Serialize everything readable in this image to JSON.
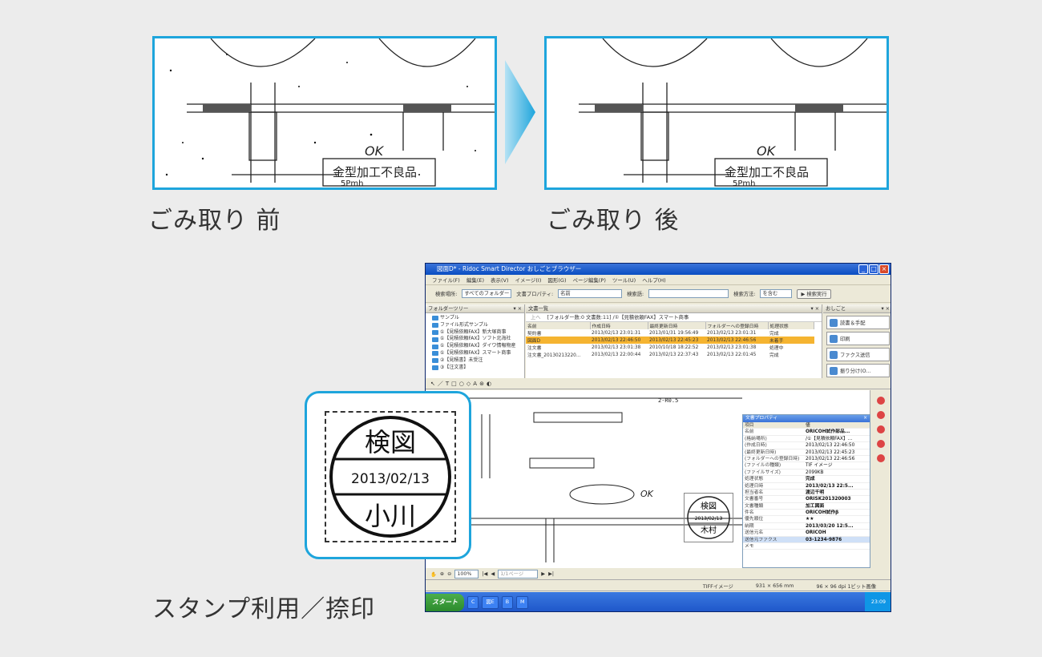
{
  "captions": {
    "before": "ごみ取り 前",
    "after": "ごみ取り 後",
    "stamp": "スタンプ利用／捺印"
  },
  "drawing_text": {
    "ok": "OK",
    "label": "金型加工不良品",
    "dim1": "2-R0.5",
    "dim2": "5Pmh"
  },
  "window": {
    "title": "図面D* - Ridoc Smart Director おしごとブラウザー",
    "menu": [
      "ファイル(F)",
      "編集(E)",
      "表示(V)",
      "イメージ(I)",
      "図形(G)",
      "ページ編集(P)",
      "ツール(U)",
      "ヘルプ(H)"
    ],
    "search": {
      "location_label": "検索場所:",
      "location_value": "すべてのフォルダー",
      "prop_label": "文書プロパティ:",
      "prop_value": "名前",
      "keyword_label": "検索語:",
      "method_label": "検索方法:",
      "method_value": "を含む",
      "run": "検索実行"
    },
    "folder_tree": {
      "title": "フォルダーツリー",
      "items": [
        "サンプル",
        "ファイル形式サンプル",
        "①【見積依頼FAX】新大塚商事",
        "①【見積依頼FAX】ソフト北海社",
        "①【見積依頼FAX】ダイワ情報物産",
        "①【見積依頼FAX】スマート商事",
        "②【見積書】未受注",
        "③【注文書】"
      ]
    },
    "doc_list": {
      "title": "文書一覧",
      "back": "上へ",
      "crumb": "[フォルダー数:0 文書数:11] /①【見積依頼FAX】スマート商事",
      "columns": [
        "名前",
        "作成日時",
        "最終更新日時",
        "フォルダーへの登録日時",
        "処理状態"
      ],
      "rows": [
        [
          "契約書",
          "2013/02/13 23:01:31",
          "2013/01/31 19:56:49",
          "2013/02/13 23:01:31",
          "完成"
        ],
        [
          "図面D",
          "2013/02/13 22:46:50",
          "2013/02/13 22:45:23",
          "2013/02/13 22:46:56",
          "未着手"
        ],
        [
          "注文書",
          "2013/02/13 23:01:38",
          "2010/10/18 18:22:52",
          "2013/02/13 23:01:38",
          "処理中"
        ],
        [
          "注文書_20130213220...",
          "2013/02/13 22:00:44",
          "2013/02/13 22:37:43",
          "2013/02/13 22:01:45",
          "完成"
        ]
      ]
    },
    "tasks": {
      "title": "おしごと",
      "buttons": [
        "読書＆手配",
        "印刷",
        "ファクス送信",
        "振り分け(O..."
      ]
    },
    "props": {
      "title": "文書プロパティ",
      "header": [
        "項目",
        "値"
      ],
      "rows": [
        [
          "名前",
          "ORICOH試作部品..."
        ],
        [
          "(格納場所)",
          "/①【見積依頼FAX】..."
        ],
        [
          "(作成日時)",
          "2013/02/13 22:46:50"
        ],
        [
          "(最終更新日時)",
          "2013/02/13 22:45:23"
        ],
        [
          "(フォルダーへの登録日時)",
          "2013/02/13 22:46:56"
        ],
        [
          "(ファイルの種類)",
          "TIF イメージ"
        ],
        [
          "(ファイルサイズ)",
          "2099KB"
        ],
        [
          "処理状態",
          "完成"
        ],
        [
          "処理日時",
          "2013/02/13 22:5..."
        ],
        [
          "担当者名",
          "渡辺千明"
        ],
        [
          "文書番号",
          "ORISK201320003"
        ],
        [
          "文書種類",
          "加工図面"
        ],
        [
          "件名",
          "ORICOH試作β"
        ],
        [
          "優先順位",
          "★★"
        ],
        [
          "納期",
          "2013/03/20 12:5..."
        ],
        [
          "送信元名",
          "ORICOH"
        ],
        [
          "送信元ファクス",
          "03-1234-9876"
        ],
        [
          "メモ",
          ""
        ]
      ]
    },
    "bottom": {
      "zoom": "100%",
      "page": "1/1ページ"
    },
    "status": [
      "TIFFイメージ",
      "931 × 656 mm",
      "96 × 96 dpi 1ビット画像"
    ],
    "taskbar": {
      "start": "スタート",
      "items": [
        "C",
        "図E",
        "B",
        "M"
      ],
      "clock": "23:09"
    }
  },
  "stamp_big": {
    "top": "検図",
    "date": "2013/02/13",
    "name": "小川"
  },
  "stamp_small": {
    "top": "検図",
    "date": "2013/02/13",
    "name": "木村"
  },
  "colors": {
    "accent": "#1ea5dc",
    "highlight": "#f5b431",
    "titlebar": "#0a4ec2"
  }
}
